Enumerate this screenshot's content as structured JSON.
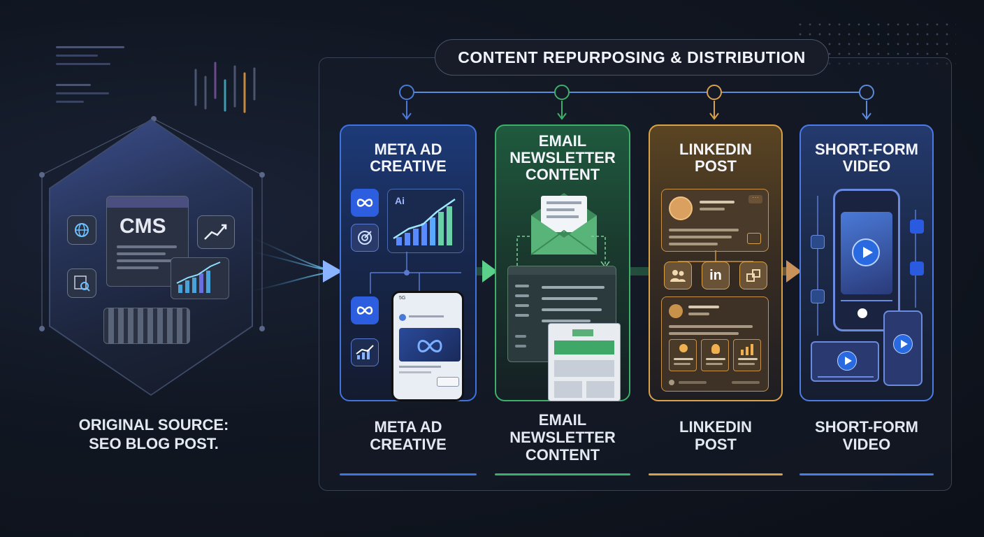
{
  "title": "CONTENT REPURPOSING & DISTRIBUTION",
  "source": {
    "window_label": "CMS",
    "caption_line1": "ORIGINAL SOURCE:",
    "caption_line2": "SEO BLOG POST."
  },
  "channels": [
    {
      "title_lines": [
        "META AD",
        "CREATIVE"
      ],
      "label_lines": [
        "META AD",
        "CREATIVE"
      ],
      "color": "#3f73e0"
    },
    {
      "title_lines": [
        "EMAIL",
        "NEWSLETTER",
        "CONTENT"
      ],
      "label_lines": [
        "EMAIL",
        "NEWSLETTER",
        "CONTENT"
      ],
      "color": "#3fae6a"
    },
    {
      "title_lines": [
        "LINKEDIN",
        "POST"
      ],
      "label_lines": [
        "LINKEDIN",
        "POST"
      ],
      "color": "#d9a24a"
    },
    {
      "title_lines": [
        "SHORT-FORM",
        "VIDEO"
      ],
      "label_lines": [
        "SHORT-FORM",
        "VIDEO"
      ],
      "color": "#4a7be6"
    }
  ],
  "icons": {
    "meta": "meta-infinity-icon",
    "ai": "Ai",
    "linkedin": "in",
    "signal": "5G"
  },
  "colors": {
    "background": "#111722",
    "meta": "#3f73e0",
    "email": "#3fae6a",
    "linkedin": "#d9a24a",
    "video": "#4a7be6"
  }
}
